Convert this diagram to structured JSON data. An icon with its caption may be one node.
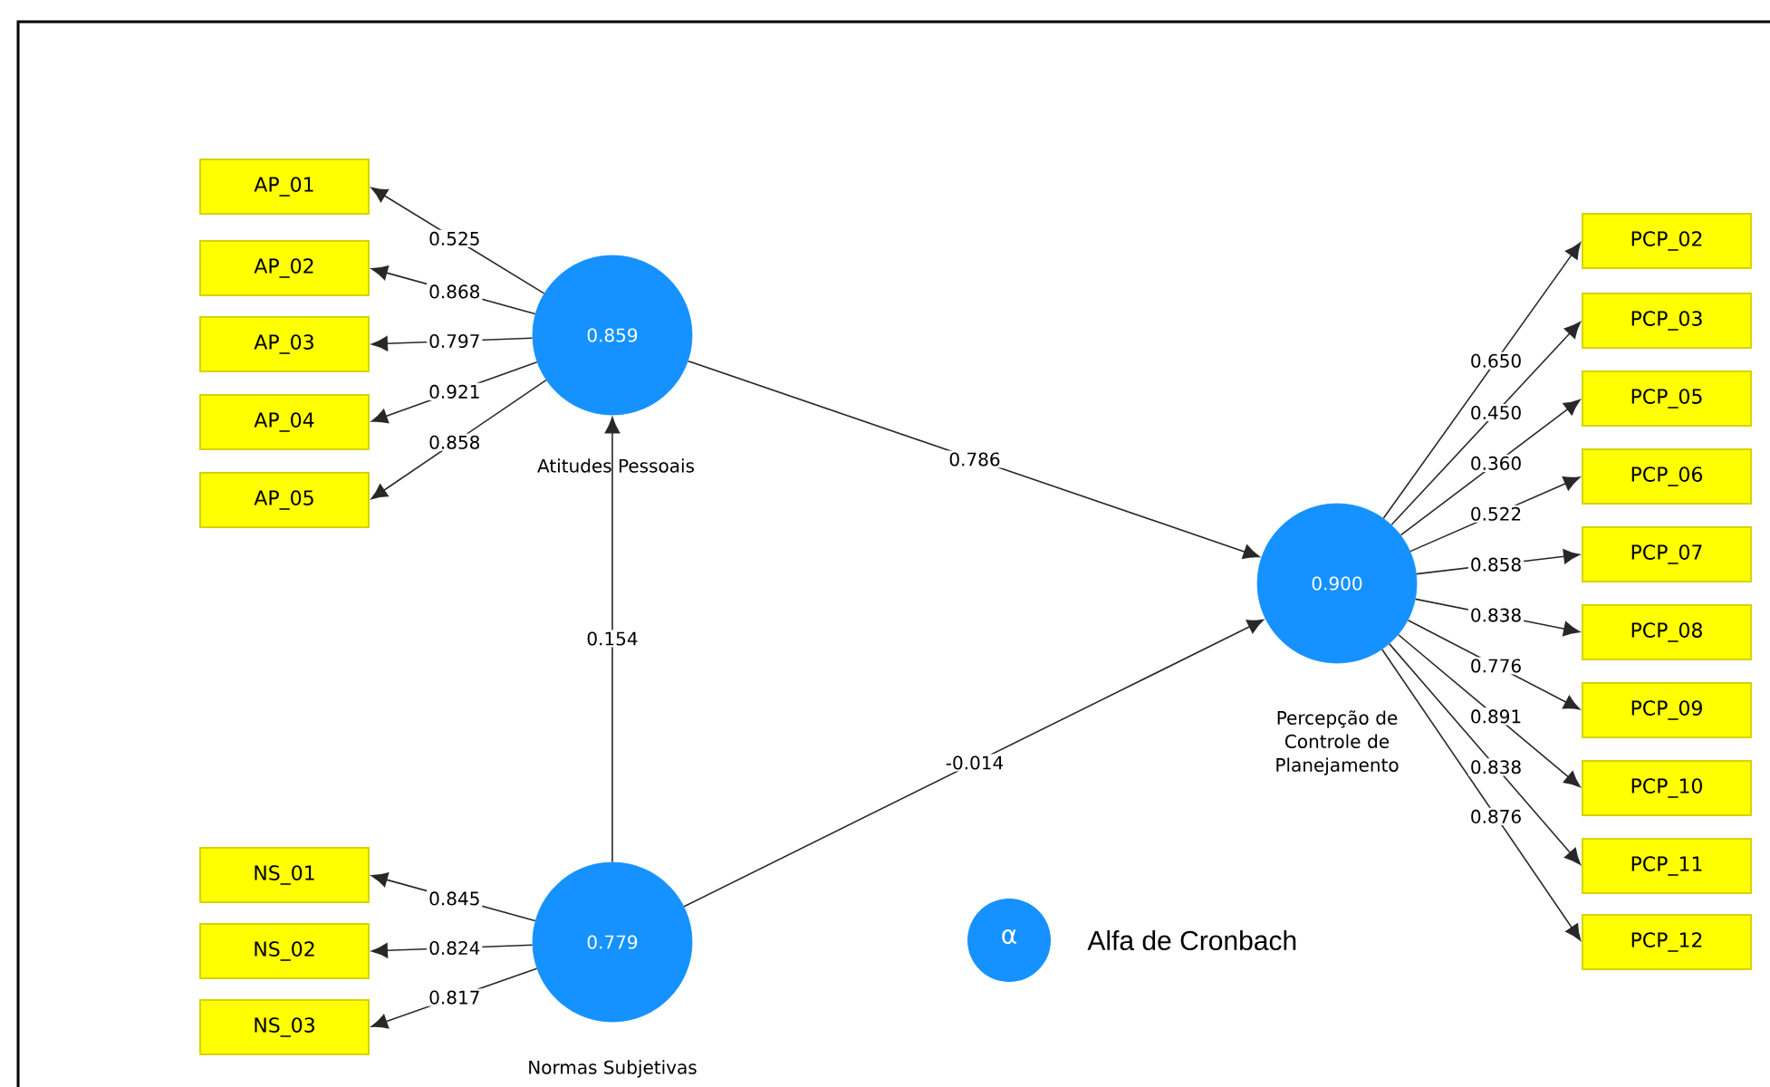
{
  "diagram": {
    "nodes": [
      {
        "text": [
          "0.859"
        ],
        "beside": [
          "Atitudes Pessoais"
        ]
      },
      {
        "text": [
          "0.779"
        ],
        "beside": [
          "Normas Subjetivas"
        ]
      },
      {
        "text": [
          "0.900"
        ],
        "beside": [
          "Percepção de Controle de Planejamento"
        ]
      },
      {
        "text": [
          "AP_01"
        ]
      },
      {
        "text": [
          "AP_02"
        ]
      },
      {
        "text": [
          "AP_03"
        ]
      },
      {
        "text": [
          "AP_04"
        ]
      },
      {
        "text": [
          "AP_05"
        ]
      },
      {
        "text": [
          "NS_01"
        ]
      },
      {
        "text": [
          "NS_02"
        ]
      },
      {
        "text": [
          "NS_03"
        ]
      },
      {
        "text": [
          "PCP_02"
        ]
      },
      {
        "text": [
          "PCP_03"
        ]
      },
      {
        "text": [
          "PCP_05"
        ]
      },
      {
        "text": [
          "PCP_06"
        ]
      },
      {
        "text": [
          "PCP_07"
        ]
      },
      {
        "text": [
          "PCP_08"
        ]
      },
      {
        "text": [
          "PCP_09"
        ]
      },
      {
        "text": [
          "PCP_10"
        ]
      },
      {
        "text": [
          "PCP_11"
        ]
      },
      {
        "text": [
          "PCP_12"
        ]
      }
    ],
    "edges": [
      {
        "from": 0,
        "to": 3,
        "arrow": "to",
        "label": "0.525"
      },
      {
        "from": 0,
        "to": 4,
        "arrow": "to",
        "label": "0.868"
      },
      {
        "from": 0,
        "to": 5,
        "arrow": "to",
        "label": "0.797"
      },
      {
        "from": 0,
        "to": 6,
        "arrow": "to",
        "label": "0.921"
      },
      {
        "from": 0,
        "to": 7,
        "arrow": "to",
        "label": "0.858"
      },
      {
        "from": 0,
        "to": 2,
        "arrow": "to",
        "label": "0.786"
      },
      {
        "from": 1,
        "to": 0,
        "arrow": "to",
        "label": "0.154"
      },
      {
        "from": 1,
        "to": 2,
        "arrow": "to",
        "label": "-0.014"
      },
      {
        "from": 1,
        "to": 8,
        "arrow": "to",
        "label": "0.845"
      },
      {
        "from": 1,
        "to": 9,
        "arrow": "to",
        "label": "0.824"
      },
      {
        "from": 1,
        "to": 10,
        "arrow": "to",
        "label": "0.817"
      },
      {
        "from": 2,
        "to": 11,
        "arrow": "to",
        "label": "0.650"
      },
      {
        "from": 2,
        "to": 12,
        "arrow": "to",
        "label": "0.450"
      },
      {
        "from": 2,
        "to": 13,
        "arrow": "to",
        "label": "0.360"
      },
      {
        "from": 2,
        "to": 14,
        "arrow": "to",
        "label": "0.522"
      },
      {
        "from": 2,
        "to": 15,
        "arrow": "to",
        "label": "0.858"
      },
      {
        "from": 2,
        "to": 16,
        "arrow": "to",
        "label": "0.838"
      },
      {
        "from": 2,
        "to": 17,
        "arrow": "to",
        "label": "0.776"
      },
      {
        "from": 2,
        "to": 18,
        "arrow": "to",
        "label": "0.891"
      },
      {
        "from": 2,
        "to": 19,
        "arrow": "to",
        "label": "0.838"
      },
      {
        "from": 2,
        "to": 20,
        "arrow": "to",
        "label": "0.876"
      }
    ],
    "labels": [
      "α"
    ],
    "legend": [
      {
        "text": "Alfa de Cronbach",
        "color": "#1592ff"
      }
    ]
  }
}
